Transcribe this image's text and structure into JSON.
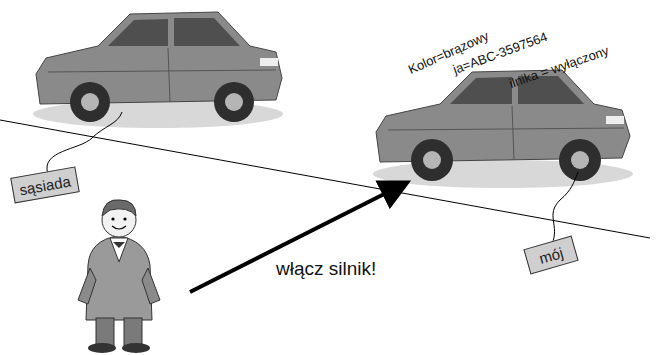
{
  "diagram": {
    "nodes": [
      {
        "text": [
          "sąsiada"
        ]
      },
      {
        "text": [
          "mój"
        ]
      }
    ],
    "labels": [
      "Kolor=brązowy",
      "ja=ABC-3597564",
      "ilnika = wyłączony",
      "włącz silnik!"
    ]
  }
}
